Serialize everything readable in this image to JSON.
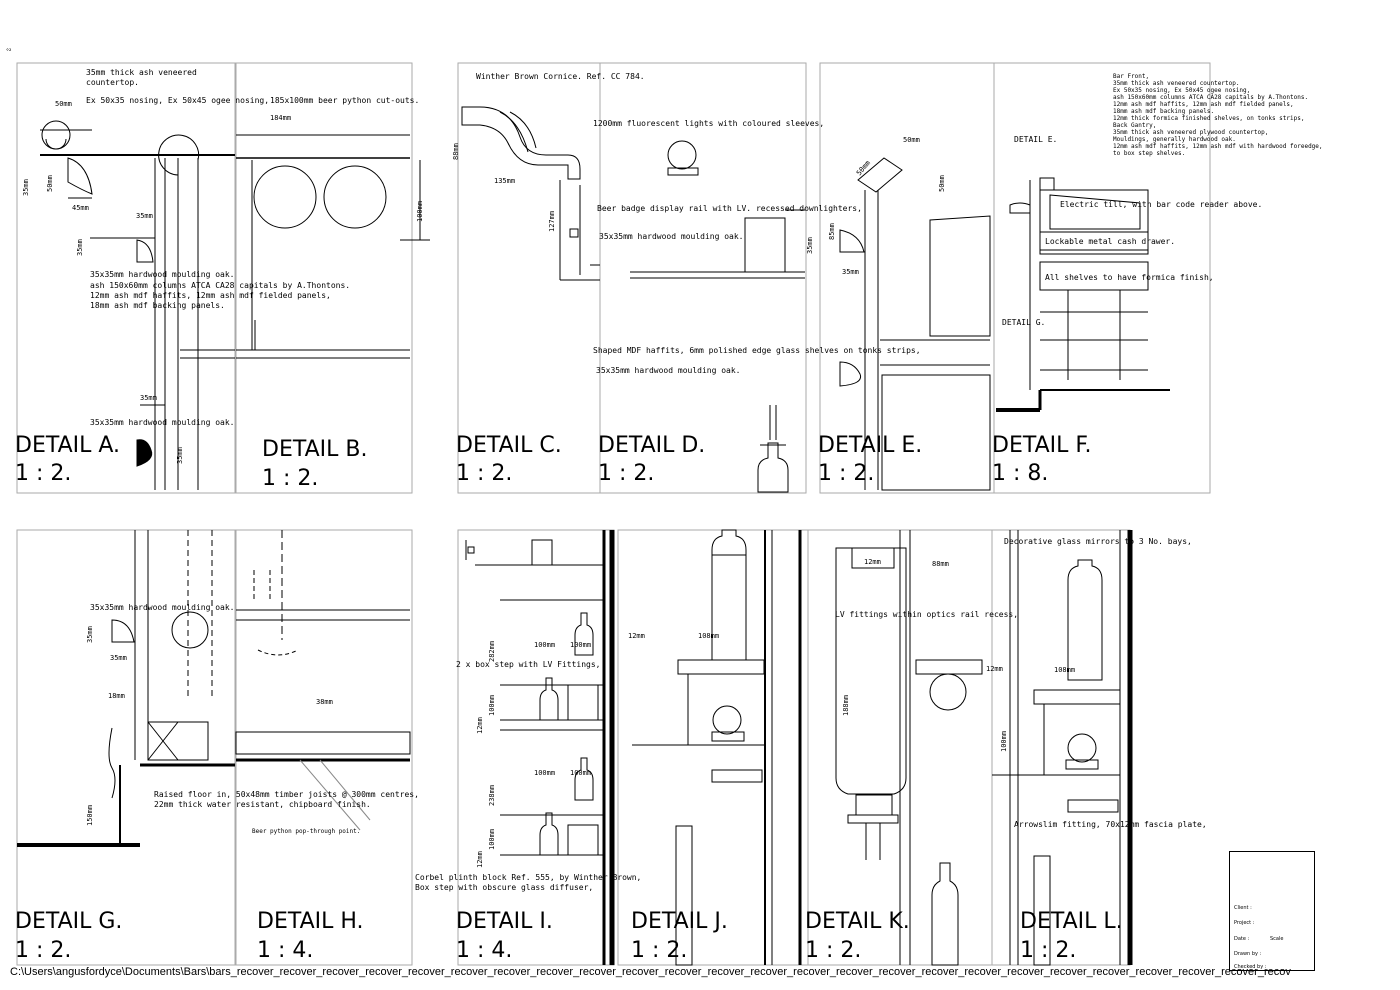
{
  "corner_mark": "°²",
  "details": [
    {
      "id": "A",
      "title": "DETAIL A.",
      "scale": "1 : 2."
    },
    {
      "id": "B",
      "title": "DETAIL B.",
      "scale": "1 : 2."
    },
    {
      "id": "C",
      "title": "DETAIL C.",
      "scale": "1 : 2."
    },
    {
      "id": "D",
      "title": "DETAIL D.",
      "scale": "1 : 2."
    },
    {
      "id": "E",
      "title": "DETAIL E.",
      "scale": "1 : 2."
    },
    {
      "id": "F",
      "title": "DETAIL F.",
      "scale": "1 : 8."
    },
    {
      "id": "G",
      "title": "DETAIL G.",
      "scale": "1 : 2."
    },
    {
      "id": "H",
      "title": "DETAIL H.",
      "scale": "1 : 4."
    },
    {
      "id": "I",
      "title": "DETAIL I.",
      "scale": "1 : 4."
    },
    {
      "id": "J",
      "title": "DETAIL J.",
      "scale": "1 : 2."
    },
    {
      "id": "K",
      "title": "DETAIL K.",
      "scale": "1 : 2."
    },
    {
      "id": "L",
      "title": "DETAIL L.",
      "scale": "1 : 2."
    }
  ],
  "notes": {
    "a_countertop": "35mm thick ash veneered\ncountertop.",
    "a_nosing": "Ex 50x35 nosing, Ex 50x45 ogee nosing,",
    "a_moulding": "35x35mm hardwood moulding oak.",
    "a_columns": "ash 150x60mm columns ATCA CA28 capitals by A.Thontons.\n12mm ash mdf haffits, 12mm ash mdf fielded panels,\n18mm ash mdf backing panels.",
    "a_moulding2": "35x35mm hardwood moulding oak.",
    "b_cutouts": "185x100mm beer python cut-outs.",
    "c_cornice": "Winther Brown Cornice. Ref. CC 784.",
    "d_lights": "1200mm fluorescent lights with coloured sleeves,",
    "d_rail": "Beer badge display rail with LV. recessed downlighters,",
    "d_moulding": "35x35mm hardwood moulding oak.",
    "d_haffits": "Shaped MDF haffits,  6mm polished edge glass shelves  on tonks strips,",
    "d_moulding2": "35x35mm hardwood moulding oak.",
    "f_spec": "Bar Front,\n35mm thick ash veneered countertop.\nEx 50x35 nosing, Ex 50x45 ogee nosing,\nash 150x60mm columns ATCA CA28 capitals by A.Thontons.\n12mm ash mdf haffits, 12mm ash mdf fielded panels,\n18mm ash mdf backing panels.\n12mm thick formica finished shelves, on tonks strips,\nBack Gantry,\n35mm thick ash veneered plywood countertop,\nMouldings, generally hardwood oak.\n12mm ash mdf haffits, 12mm ash mdf with hardwood foreedge,\nto box step shelves.",
    "f_detail_e": "DETAIL E.",
    "f_detail_g": "DETAIL G.",
    "f_till": "Electric till, with bar code reader above.",
    "f_drawer": "Lockable metal cash drawer.",
    "f_shelves": "All shelves to have formica finish,",
    "g_moulding": "35x35mm hardwood moulding oak.",
    "g_floor": "Raised floor in, 50x48mm timber joists @ 300mm centres,\n22mm thick water resistant, chipboard finish.",
    "h_python": "Beer python pop-through point.",
    "i_boxstep": "2 x box step with LV Fittings,",
    "i_plinth": "Corbel plinth block Ref. 555, by Winther Brown,\nBox step with obscure glass diffuser,",
    "l_mirrors": "Decorative glass mirrors to 3 No. bays,",
    "k_lv": "LV fittings within optics rail recess,",
    "l_arrowslim": "Arrowslim fitting, 70x12mm fascia plate,"
  },
  "dims": {
    "a_50": "50mm",
    "a_35": "35mm",
    "a_50v": "50mm",
    "a_45": "45mm",
    "a_35b": "35mm",
    "a_35c": "35mm",
    "a_35d": "35mm",
    "a_35e": "35mm",
    "b_184": "184mm",
    "b_100": "100mm",
    "c_88": "88mm",
    "c_135": "135mm",
    "c_127": "127mm",
    "e_50": "50mm",
    "e_50b": "50mm",
    "e_50v": "50mm",
    "e_35": "35mm",
    "e_35b": "35mm",
    "e_85": "85mm",
    "g_35": "35mm",
    "g_35b": "35mm",
    "g_18": "18mm",
    "g_150": "150mm",
    "h_38": "38mm",
    "i_100a": "100mm",
    "i_100b": "100mm",
    "i_282": "282mm",
    "i_100c": "100mm",
    "i_12a": "12mm",
    "i_100d": "100mm",
    "i_100e": "100mm",
    "i_238": "238mm",
    "i_100f": "100mm",
    "i_12b": "12mm",
    "j_12": "12mm",
    "j_108": "108mm",
    "k_12": "12mm",
    "k_88": "88mm",
    "k_188": "188mm",
    "l_12": "12mm",
    "l_108": "108mm",
    "l_100": "100mm"
  },
  "title_block": {
    "client": "Client :",
    "project": "Project :",
    "date": "Date :",
    "scale": "Scale",
    "drawn": "Drawn by :",
    "checked": "Checked by :"
  },
  "file_path": "C:\\Users\\angusfordyce\\Documents\\Bars\\bars_recover_recover_recover_recover_recover_recover_recover_recover_recover_recover_recover_recover_recover_recover_recover_recover_recover_recover_recover_recover_recover_recover_recover_recover_recov"
}
